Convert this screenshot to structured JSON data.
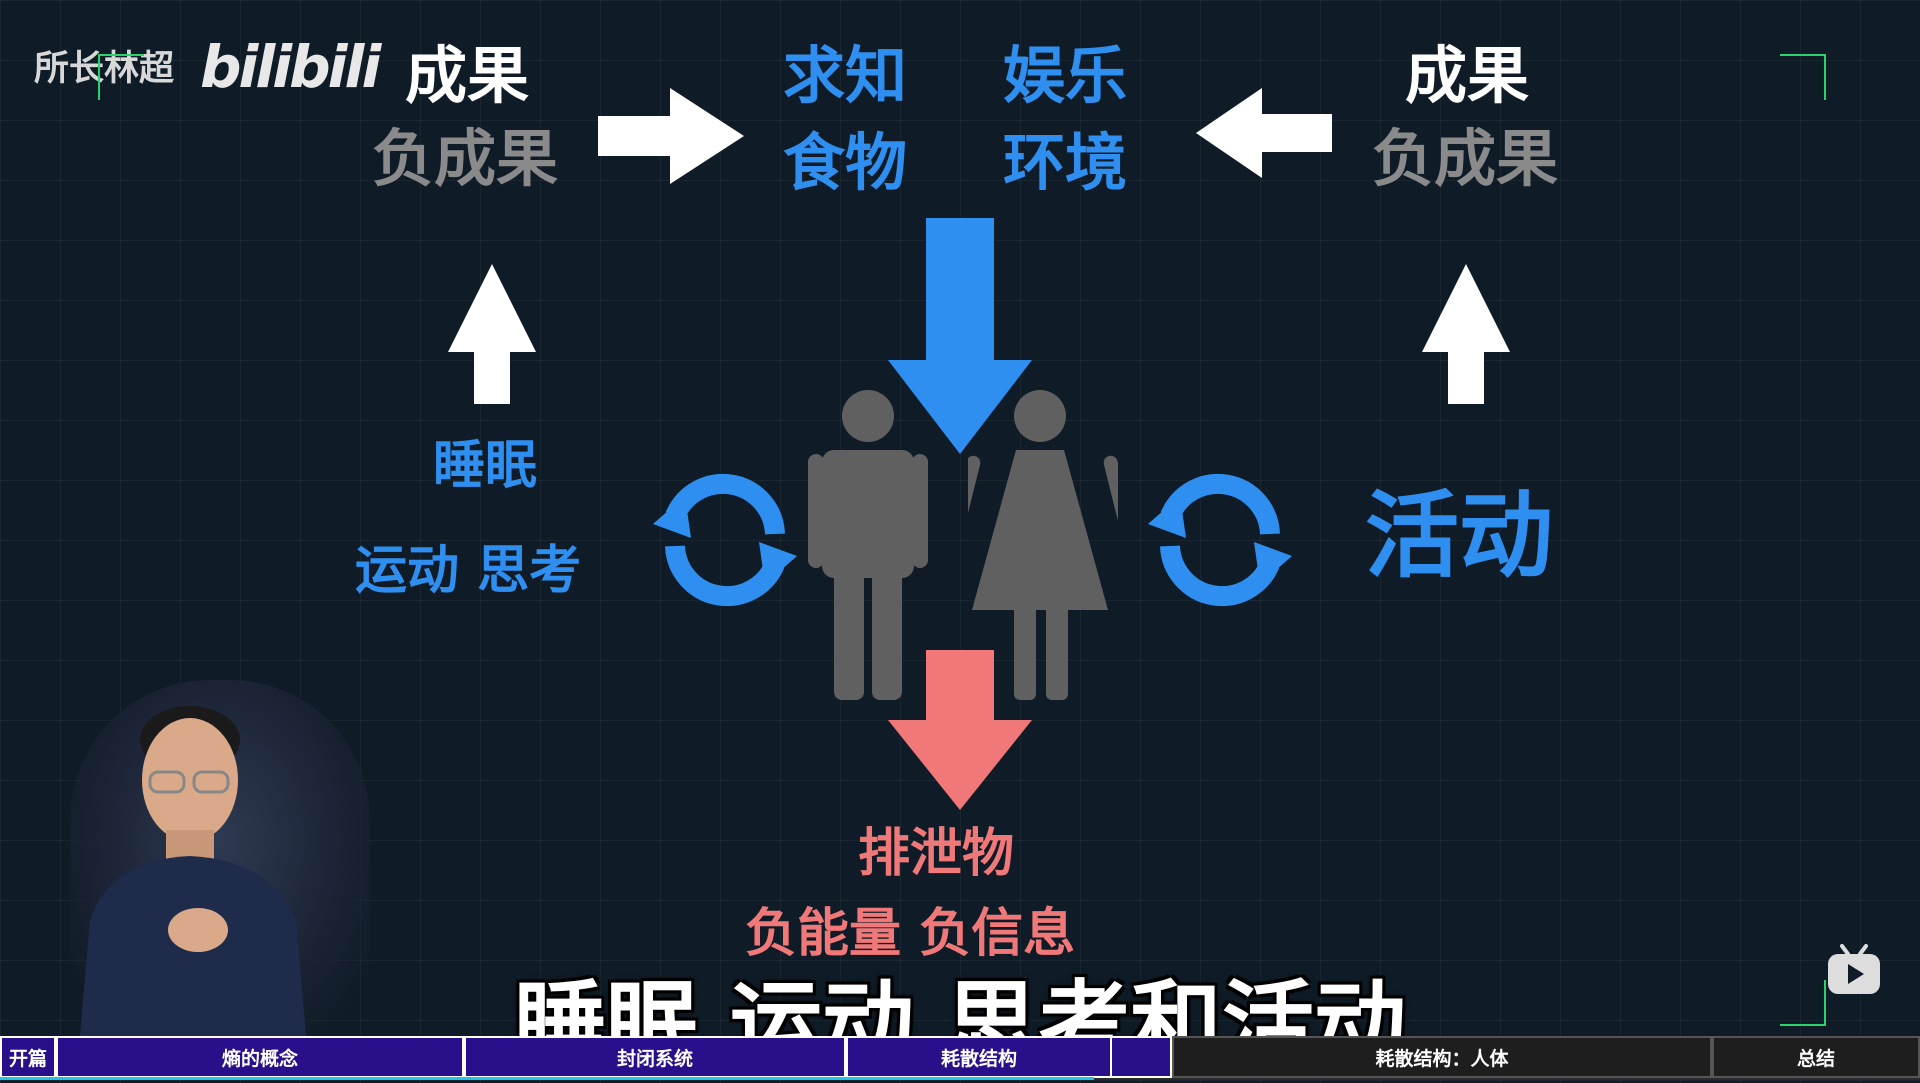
{
  "watermark": {
    "channel": "所长林超",
    "logo": "bilibili"
  },
  "left_block": {
    "result": "成果",
    "negative_result": "负成果",
    "sleep": "睡眠",
    "activities": "运动 思考"
  },
  "center_block": {
    "needs": [
      "求知",
      "娱乐",
      "食物",
      "环境"
    ],
    "output_title": "排泄物",
    "output_sub": "负能量 负信息"
  },
  "right_block": {
    "result": "成果",
    "negative_result": "负成果",
    "activity": "活动"
  },
  "subtitle": "睡眠 运动 思考和活动",
  "timeline": [
    {
      "label": "开篇"
    },
    {
      "label": "熵的概念"
    },
    {
      "label": "封闭系统"
    },
    {
      "label": "耗散结构"
    },
    {
      "label": "耗散结构：人体"
    },
    {
      "label": "总结"
    }
  ],
  "playback": {
    "progress_fraction": 0.57
  },
  "colors": {
    "accent_blue": "#2f8ff0",
    "accent_coral": "#f07878",
    "bracket_green": "#27d36a",
    "timeline_purple": "#2a0f8a"
  },
  "icons": [
    "arrow-right-icon",
    "arrow-left-icon",
    "arrow-up-icon",
    "arrow-down-icon",
    "cycle-icon",
    "man-icon",
    "woman-icon",
    "tv-logo-icon"
  ]
}
